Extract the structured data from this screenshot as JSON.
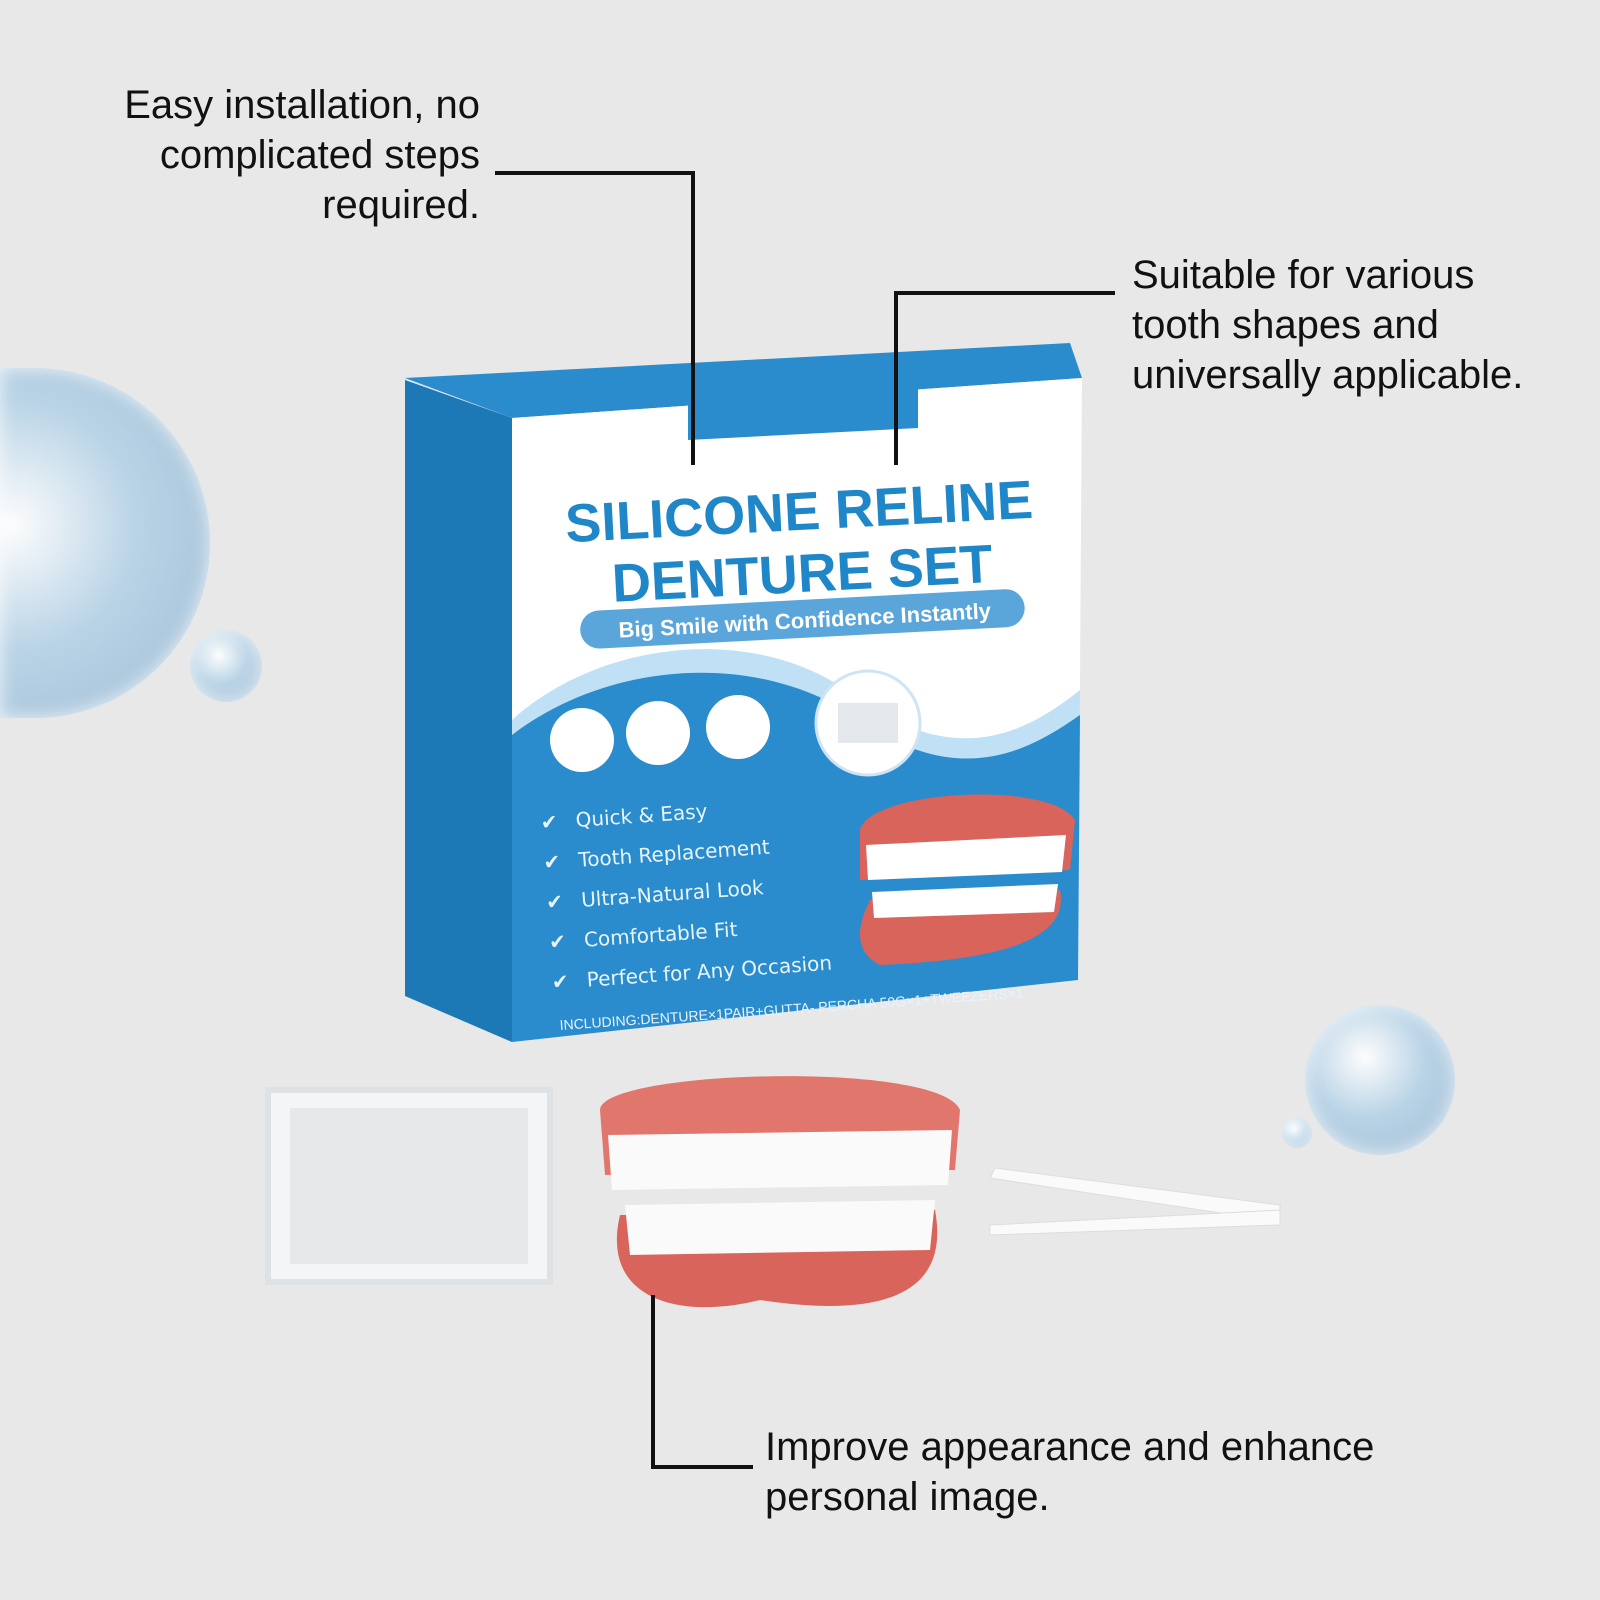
{
  "callouts": {
    "installation": [
      "Easy installation, no",
      "complicated steps",
      "required."
    ],
    "suitable": [
      "Suitable for various",
      "tooth shapes and",
      "universally applicable."
    ],
    "appearance": [
      "Improve appearance and enhance",
      "personal image."
    ]
  },
  "box": {
    "title_line1": "SILICONE RELINE",
    "title_line2": "DENTURE SET",
    "tagline": "Big Smile with Confidence Instantly",
    "features": [
      "Quick & Easy",
      "Tooth Replacement",
      "Ultra-Natural Look",
      "Comfortable Fit",
      "Perfect for Any Occasion"
    ],
    "contents": "INCLUDING:DENTURE×1PAIR+GUTTA- PERCHA 50G×1+TWEEZERS×1"
  },
  "colors": {
    "background": "#e8e8e8",
    "box_blue": "#2a8ccc",
    "title_blue": "#1f86c8",
    "gum": "#d9645c"
  }
}
